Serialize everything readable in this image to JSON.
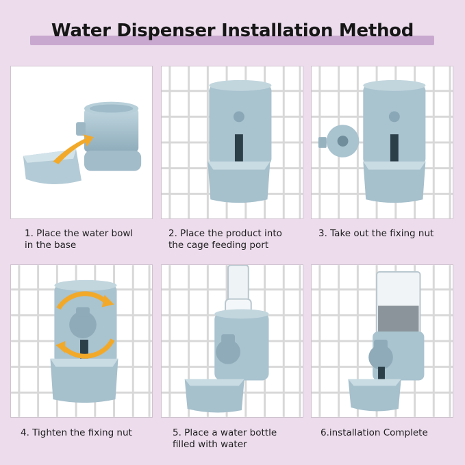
{
  "title": "Water Dispenser Installation Method",
  "steps": [
    {
      "caption": "1. Place the water bowl\nin the base"
    },
    {
      "caption": "2. Place the product into\nthe cage feeding port"
    },
    {
      "caption": "3. Take out the fixing nut"
    },
    {
      "caption": "4. Tighten the fixing nut"
    },
    {
      "caption": "5. Place a water bottle\nfilled with water"
    },
    {
      "caption": "6.installation Complete"
    }
  ],
  "colors": {
    "background": "#ecdcec",
    "title_bar": "#c9a8cf",
    "product": "#a9c3cf",
    "arrow": "#f2a92a"
  }
}
